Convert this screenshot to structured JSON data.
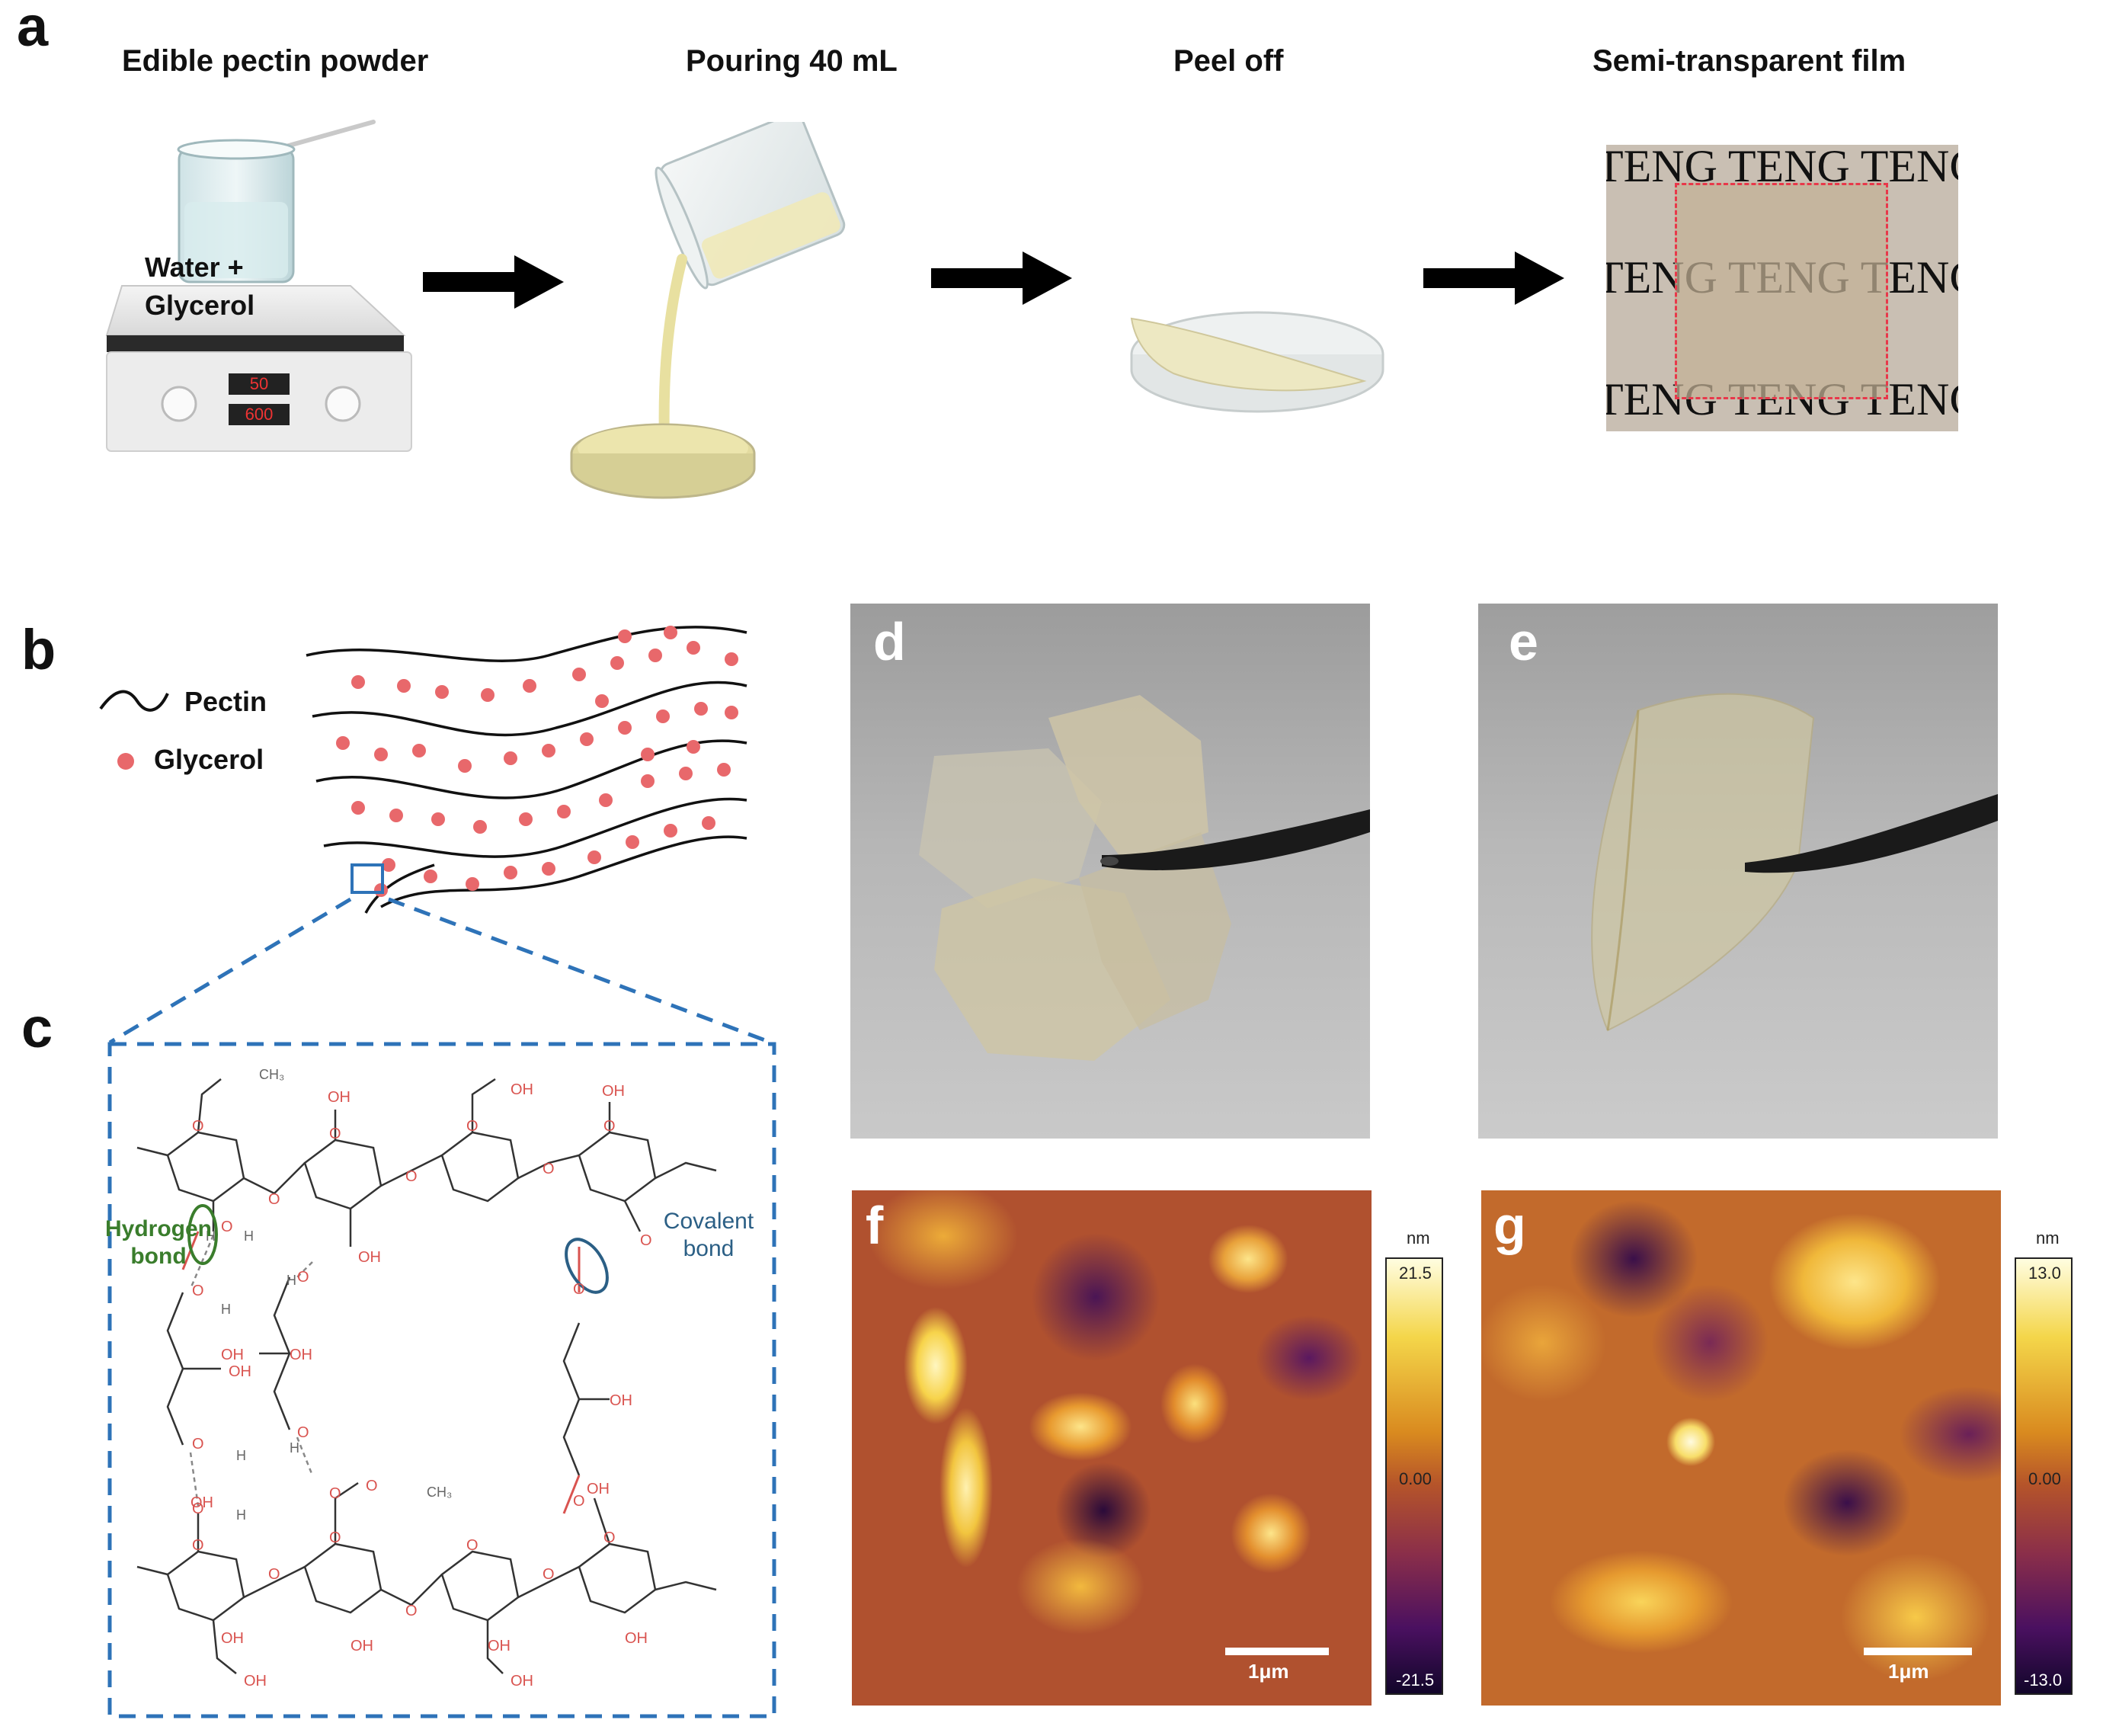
{
  "panel_a": {
    "letter": "a",
    "steps": [
      {
        "title": "Edible pectin powder",
        "label_line1": "Water +",
        "label_line2": "Glycerol",
        "display_top": "50",
        "display_bottom": "600"
      },
      {
        "title": "Pouring 40 mL"
      },
      {
        "title": "Peel off"
      },
      {
        "title": "Semi-transparent film",
        "film_text_row1": "TENG TENG TENG",
        "film_text_row2": "TENG TENG TENG",
        "film_text_row3": "TENG TENG TENG"
      }
    ]
  },
  "panel_b": {
    "letter": "b",
    "legend": {
      "pectin": "Pectin",
      "glycerol": "Glycerol"
    }
  },
  "panel_c": {
    "letter": "c",
    "hydrogen_bond_line1": "Hydrogen",
    "hydrogen_bond_line2": "bond",
    "covalent_bond_line1": "Covalent",
    "covalent_bond_line2": "bond",
    "atoms": {
      "o": "O",
      "oh": "OH",
      "ho": "HO",
      "h": "H",
      "ch3": "CH₃"
    }
  },
  "panel_d": {
    "letter": "d"
  },
  "panel_e": {
    "letter": "e"
  },
  "panel_f": {
    "letter": "f",
    "scale_bar": "1μm",
    "colorbar": {
      "unit": "nm",
      "max": "21.5",
      "mid": "0.00",
      "min": "-21.5"
    }
  },
  "panel_g": {
    "letter": "g",
    "scale_bar": "1μm",
    "colorbar": {
      "unit": "nm",
      "max": "13.0",
      "mid": "0.00",
      "min": "-13.0"
    }
  },
  "colors": {
    "glycerol_dot": "#e8686b",
    "dashed_blue": "#2e73b8",
    "hydrogen_green": "#3a7d2c",
    "covalent_blue": "#2b5f85",
    "bond_red": "#d9534f",
    "film_dash": "#e8384a"
  }
}
